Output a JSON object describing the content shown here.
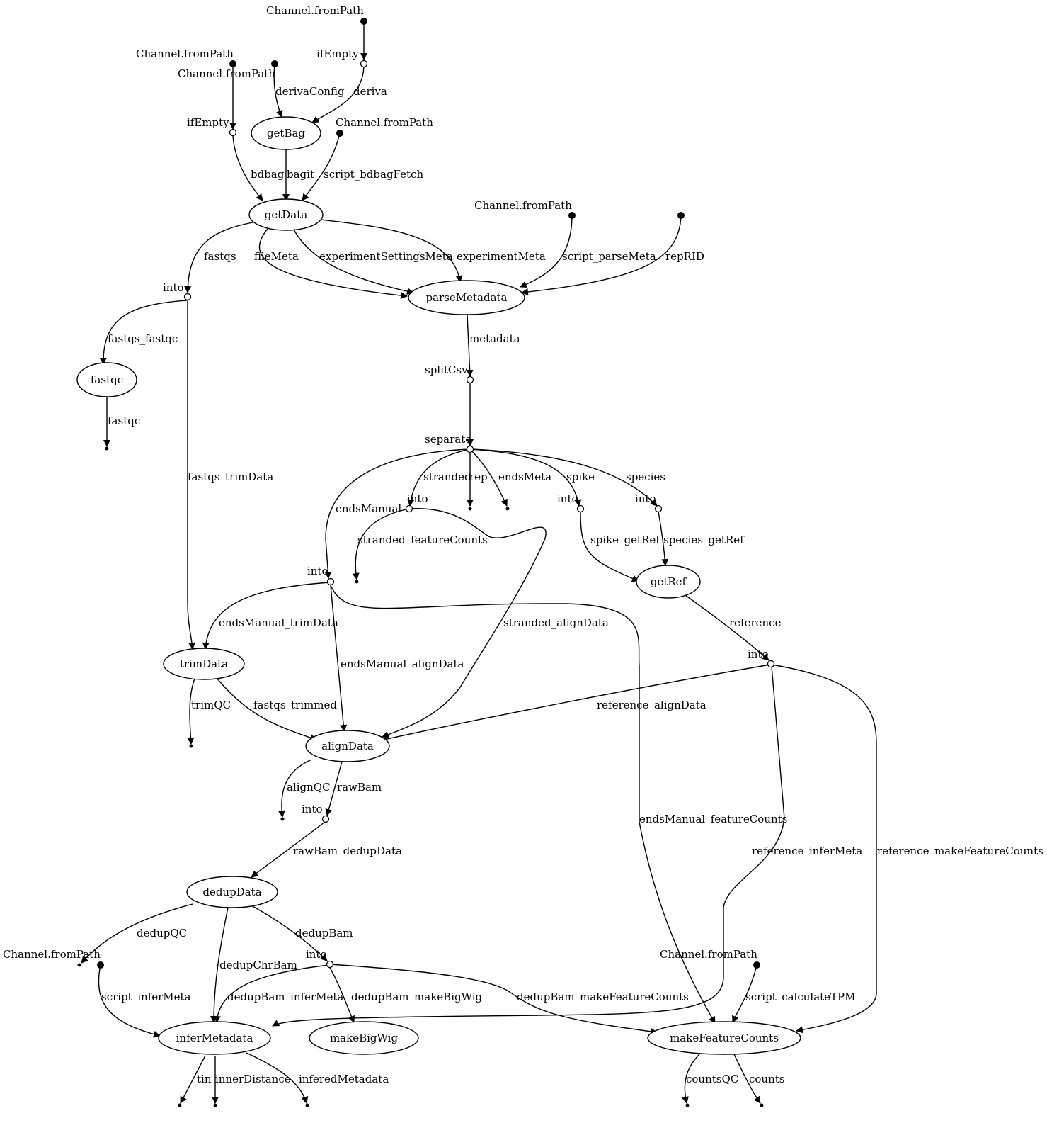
{
  "processes": {
    "getBag": "getBag",
    "getData": "getData",
    "parseMetadata": "parseMetadata",
    "fastqc": "fastqc",
    "getRef": "getRef",
    "trimData": "trimData",
    "alignData": "alignData",
    "dedupData": "dedupData",
    "inferMetadata": "inferMetadata",
    "makeBigWig": "makeBigWig",
    "makeFeatureCounts": "makeFeatureCounts"
  },
  "operators": {
    "fromPath": "Channel.fromPath",
    "ifEmpty": "ifEmpty",
    "into": "into",
    "splitCsv": "splitCsv",
    "separate": "separate"
  },
  "edges": {
    "derivaConfig": "derivaConfig",
    "deriva": "deriva",
    "bdbag": "bdbag",
    "bagit": "bagit",
    "script_bdbagFetch": "script_bdbagFetch",
    "fastqs": "fastqs",
    "fileMeta": "fileMeta",
    "experimentSettingsMeta": "experimentSettingsMeta",
    "experimentMeta": "experimentMeta",
    "script_parseMeta": "script_parseMeta",
    "repRID": "repRID",
    "fastqs_fastqc": "fastqs_fastqc",
    "fastqc": "fastqc",
    "metadata": "metadata",
    "fastqs_trimData": "fastqs_trimData",
    "endsManual": "endsManual",
    "stranded": "stranded",
    "rep": "rep",
    "endsMeta": "endsMeta",
    "spike": "spike",
    "species": "species",
    "stranded_featureCounts": "stranded_featureCounts",
    "spike_getRef": "spike_getRef",
    "species_getRef": "species_getRef",
    "endsManual_trimData": "endsManual_trimData",
    "stranded_alignData": "stranded_alignData",
    "reference": "reference",
    "endsManual_alignData": "endsManual_alignData",
    "trimQC": "trimQC",
    "fastqs_trimmed": "fastqs_trimmed",
    "reference_alignData": "reference_alignData",
    "alignQC": "alignQC",
    "rawBam": "rawBam",
    "endsManual_featureCounts": "endsManual_featureCounts",
    "rawBam_dedupData": "rawBam_dedupData",
    "reference_inferMeta": "reference_inferMeta",
    "reference_makeFeatureCounts": "reference_makeFeatureCounts",
    "dedupQC": "dedupQC",
    "dedupBam": "dedupBam",
    "dedupChrBam": "dedupChrBam",
    "script_inferMeta": "script_inferMeta",
    "script_calculateTPM": "script_calculateTPM",
    "dedupBam_inferMeta": "dedupBam_inferMeta",
    "dedupBam_makeBigWig": "dedupBam_makeBigWig",
    "dedupBam_makeFeatureCounts": "dedupBam_makeFeatureCounts",
    "tin": "tin",
    "innerDistance": "innerDistance",
    "inferedMetadata": "inferedMetadata",
    "countsQC": "countsQC",
    "counts": "counts"
  }
}
